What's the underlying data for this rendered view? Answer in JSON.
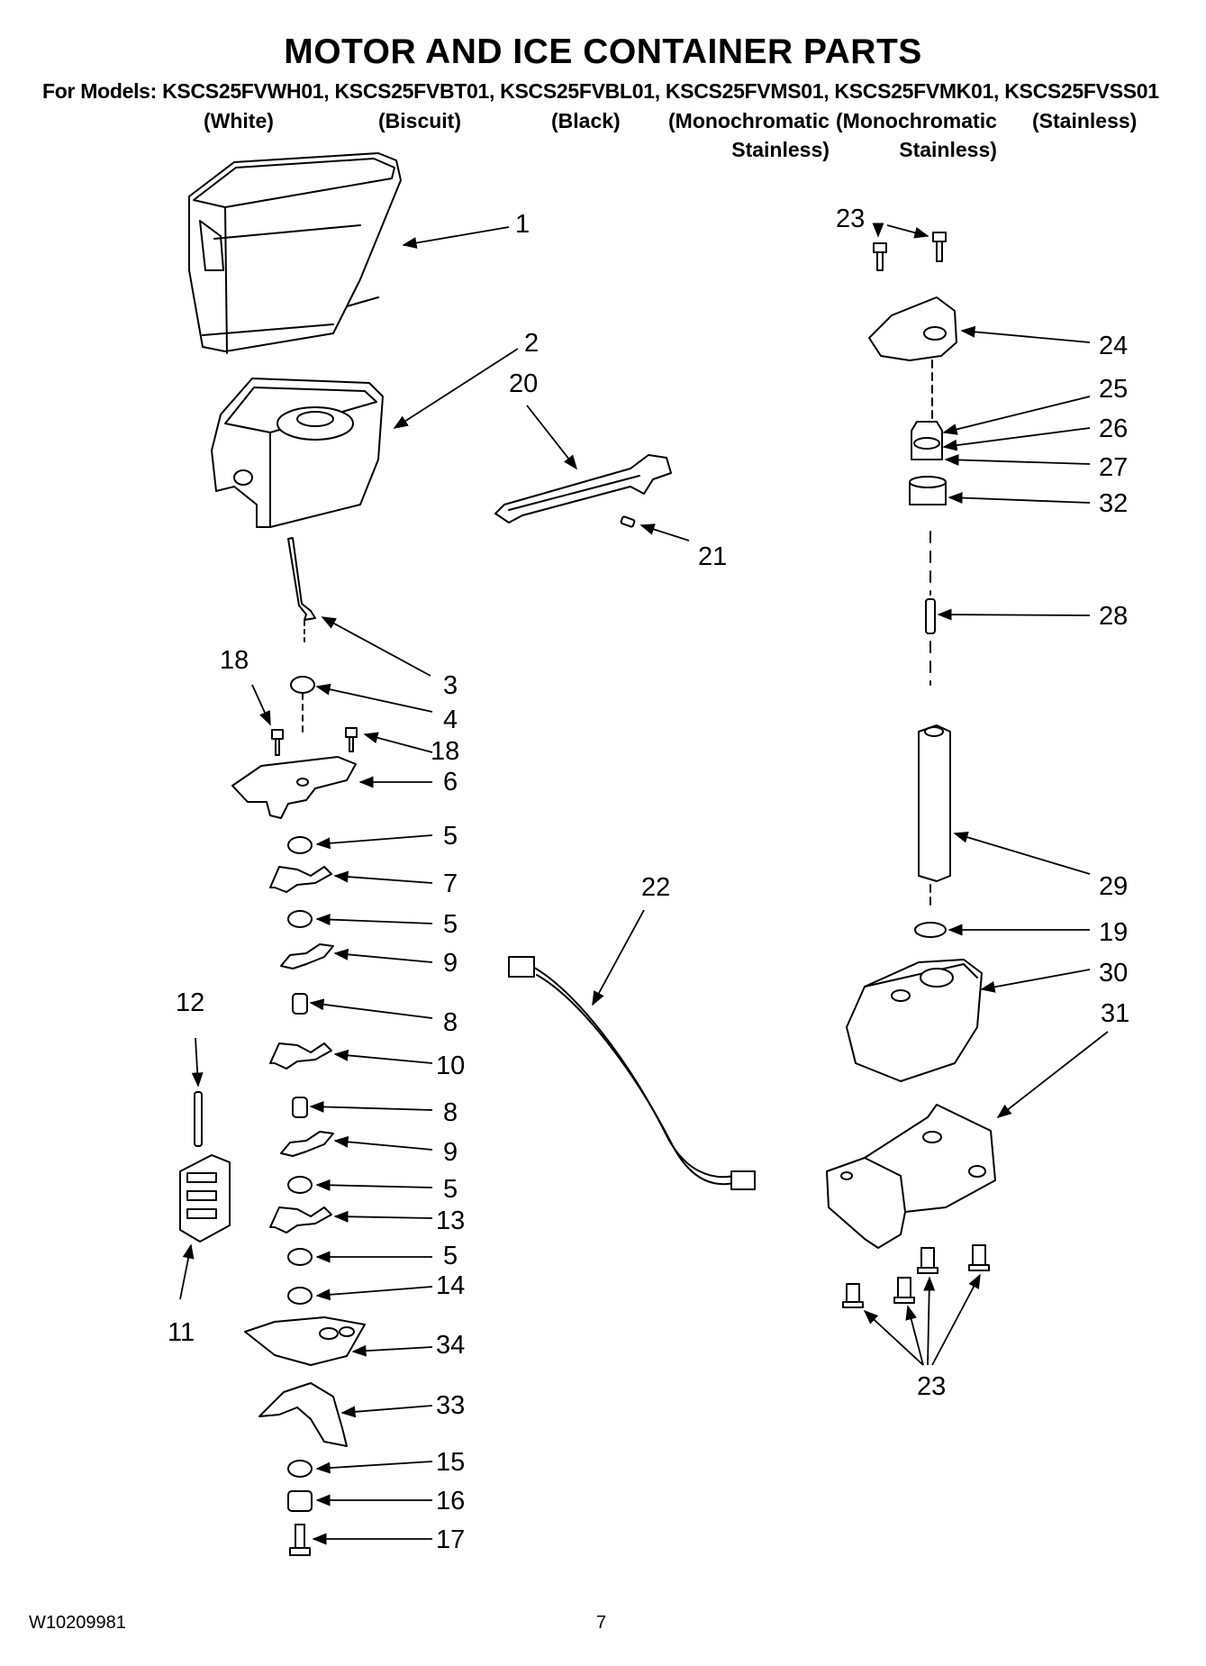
{
  "header": {
    "title": "MOTOR AND ICE CONTAINER PARTS",
    "models_line": "For Models: KSCS25FVWH01, KSCS25FVBT01, KSCS25FVBL01, KSCS25FVMS01, KSCS25FVMK01, KSCS25FVSS01",
    "variants": [
      "(White)",
      "(Biscuit)",
      "(Black)",
      "(Monochromatic\nStainless)",
      "(Monochromatic\nStainless)",
      "(Stainless)"
    ]
  },
  "callouts": {
    "c1": "1",
    "c2": "2",
    "c3": "3",
    "c4": "4",
    "c5a": "5",
    "c5b": "5",
    "c5c": "5",
    "c5d": "5",
    "c6": "6",
    "c7": "7",
    "c8a": "8",
    "c8b": "8",
    "c9a": "9",
    "c9b": "9",
    "c10": "10",
    "c11": "11",
    "c12": "12",
    "c13": "13",
    "c14": "14",
    "c15": "15",
    "c16": "16",
    "c17": "17",
    "c18a": "18",
    "c18b": "18",
    "c19": "19",
    "c20": "20",
    "c21": "21",
    "c22": "22",
    "c23a": "23",
    "c23b": "23",
    "c24": "24",
    "c25": "25",
    "c26": "26",
    "c27": "27",
    "c28": "28",
    "c29": "29",
    "c30": "30",
    "c31": "31",
    "c32": "32",
    "c33": "33",
    "c34": "34"
  },
  "footer": {
    "doc_number": "W10209981",
    "page_number": "7"
  }
}
